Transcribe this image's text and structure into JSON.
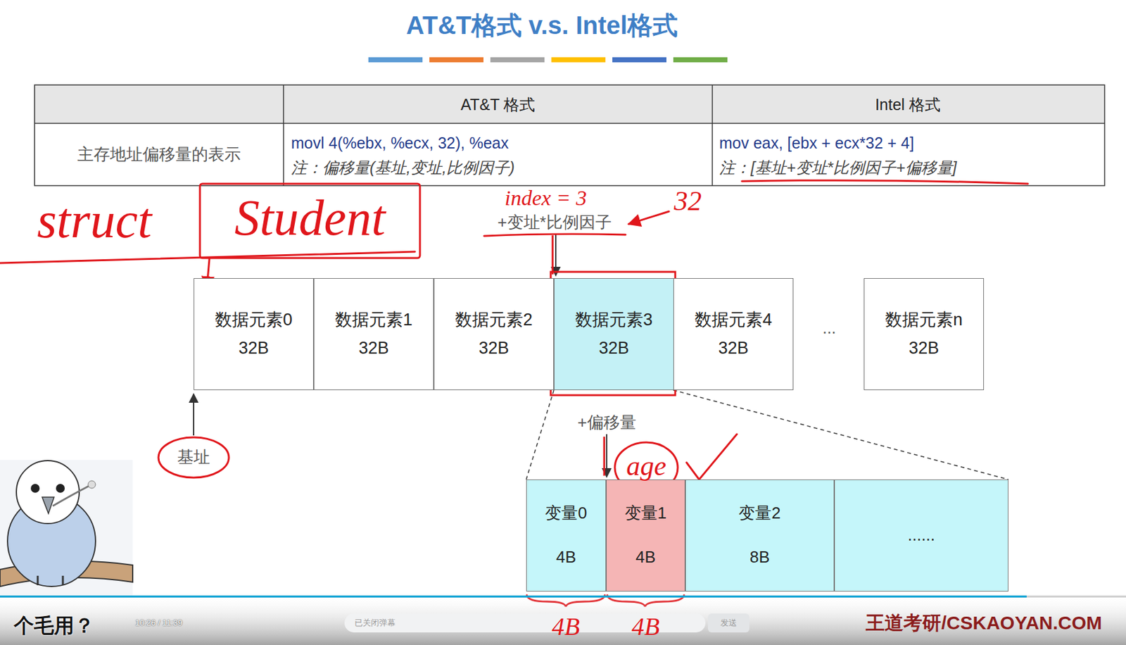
{
  "diagram": {
    "title": "AT&T格式 v.s. Intel格式",
    "nodes": [
      {
        "text": [
          "数据元素0",
          "32B"
        ]
      },
      {
        "text": [
          "数据元素1",
          "32B"
        ]
      },
      {
        "text": [
          "数据元素2",
          "32B"
        ]
      },
      {
        "text": [
          "数据元素3",
          "32B"
        ]
      },
      {
        "text": [
          "数据元素4",
          "32B"
        ]
      },
      {
        "text": [
          "数据元素n",
          "32B"
        ]
      },
      {
        "text": [
          "变量0",
          "4B"
        ]
      },
      {
        "text": [
          "变量1",
          "4B"
        ]
      },
      {
        "text": [
          "变量2",
          "8B"
        ]
      },
      {
        "text": [
          "......"
        ]
      }
    ],
    "labels": [
      "AT&T 格式",
      "Intel 格式",
      "主存地址偏移量的表示",
      "movl 4(%ebx, %ecx, 32), %eax",
      "注：偏移量(基址,变址,比例因子)",
      "mov eax, [ebx + ecx*32 + 4]",
      "注：[基址+变址*比例因子+偏移量]",
      "struct",
      "Student",
      "index = 3",
      "32",
      "+变址*比例因子",
      "...",
      "+偏移量",
      "age",
      "基址",
      "4B",
      "4B",
      "个毛用？",
      "10:26 / 11:39",
      "已关闭弹幕",
      "发送",
      "王道考研/CSKAOYAN.COM"
    ]
  }
}
